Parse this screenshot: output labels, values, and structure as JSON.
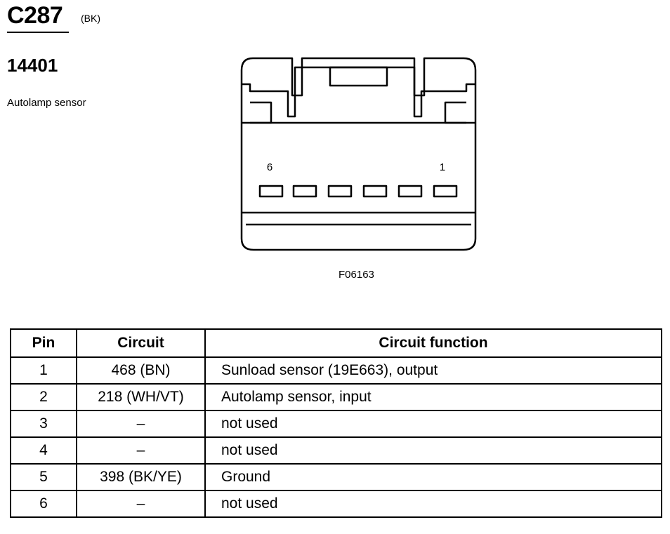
{
  "connector": {
    "id": "C287",
    "color": "(BK)",
    "part_number": "14401",
    "component_name": "Autolamp sensor",
    "figure_id": "F06163",
    "pin_label_left": "6",
    "pin_label_right": "1"
  },
  "table": {
    "headers": {
      "pin": "Pin",
      "circuit": "Circuit",
      "function": "Circuit function"
    },
    "rows": [
      {
        "pin": "1",
        "circuit": "468 (BN)",
        "function": "Sunload sensor (19E663), output"
      },
      {
        "pin": "2",
        "circuit": "218 (WH/VT)",
        "function": "Autolamp sensor, input"
      },
      {
        "pin": "3",
        "circuit": "–",
        "function": "not used"
      },
      {
        "pin": "4",
        "circuit": "–",
        "function": "not used"
      },
      {
        "pin": "5",
        "circuit": "398 (BK/YE)",
        "function": "Ground"
      },
      {
        "pin": "6",
        "circuit": "–",
        "function": "not used"
      }
    ]
  }
}
